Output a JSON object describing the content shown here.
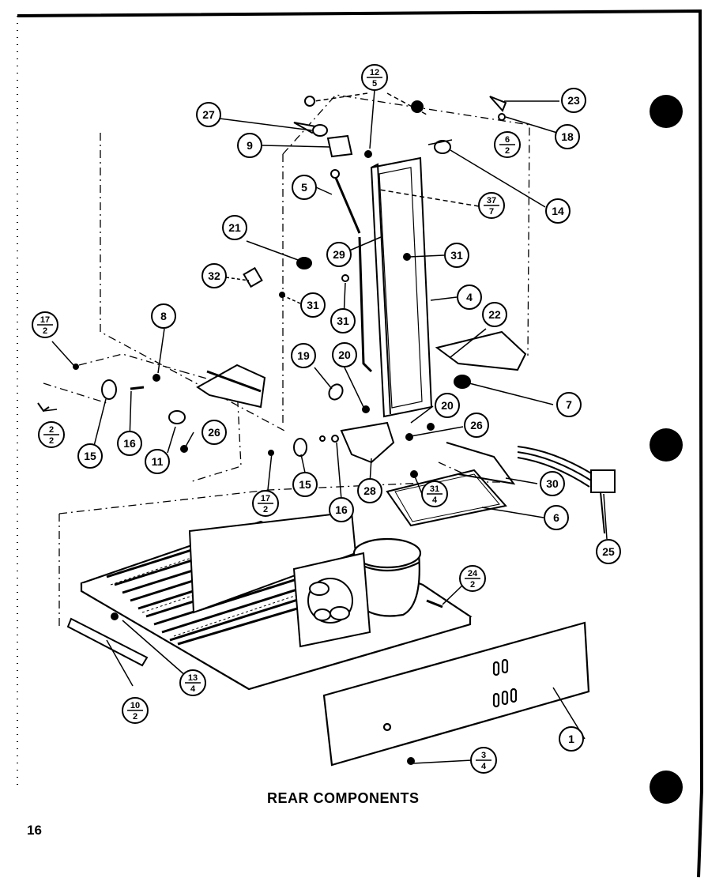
{
  "title": "REAR COMPONENTS",
  "page_number": "16",
  "callouts": [
    {
      "id": "c1",
      "num": "1"
    },
    {
      "id": "c3-4",
      "num": "3",
      "sub": "4"
    },
    {
      "id": "c2-2",
      "num": "2",
      "sub": "2"
    },
    {
      "id": "c4",
      "num": "4"
    },
    {
      "id": "c5",
      "num": "5"
    },
    {
      "id": "c6",
      "num": "6"
    },
    {
      "id": "c6-2",
      "num": "6",
      "sub": "2"
    },
    {
      "id": "c7",
      "num": "7"
    },
    {
      "id": "c8",
      "num": "8"
    },
    {
      "id": "c9",
      "num": "9"
    },
    {
      "id": "c10-2",
      "num": "10",
      "sub": "2"
    },
    {
      "id": "c11",
      "num": "11"
    },
    {
      "id": "c12-5",
      "num": "12",
      "sub": "5"
    },
    {
      "id": "c13-4",
      "num": "13",
      "sub": "4"
    },
    {
      "id": "c14",
      "num": "14"
    },
    {
      "id": "c15a",
      "num": "15"
    },
    {
      "id": "c15b",
      "num": "15"
    },
    {
      "id": "c16a",
      "num": "16"
    },
    {
      "id": "c16b",
      "num": "16"
    },
    {
      "id": "c17-2a",
      "num": "17",
      "sub": "2"
    },
    {
      "id": "c17-2b",
      "num": "17",
      "sub": "2"
    },
    {
      "id": "c18",
      "num": "18"
    },
    {
      "id": "c19",
      "num": "19"
    },
    {
      "id": "c20a",
      "num": "20"
    },
    {
      "id": "c20b",
      "num": "20"
    },
    {
      "id": "c21",
      "num": "21"
    },
    {
      "id": "c22",
      "num": "22"
    },
    {
      "id": "c23",
      "num": "23"
    },
    {
      "id": "c24-2",
      "num": "24",
      "sub": "2"
    },
    {
      "id": "c25",
      "num": "25"
    },
    {
      "id": "c26a",
      "num": "26"
    },
    {
      "id": "c26b",
      "num": "26"
    },
    {
      "id": "c27",
      "num": "27"
    },
    {
      "id": "c28",
      "num": "28"
    },
    {
      "id": "c29",
      "num": "29"
    },
    {
      "id": "c30",
      "num": "30"
    },
    {
      "id": "c31a",
      "num": "31"
    },
    {
      "id": "c31b",
      "num": "31"
    },
    {
      "id": "c31c",
      "num": "31"
    },
    {
      "id": "c31-4",
      "num": "31",
      "sub": "4"
    },
    {
      "id": "c32",
      "num": "32"
    },
    {
      "id": "c37-7",
      "num": "37",
      "sub": "7"
    }
  ]
}
